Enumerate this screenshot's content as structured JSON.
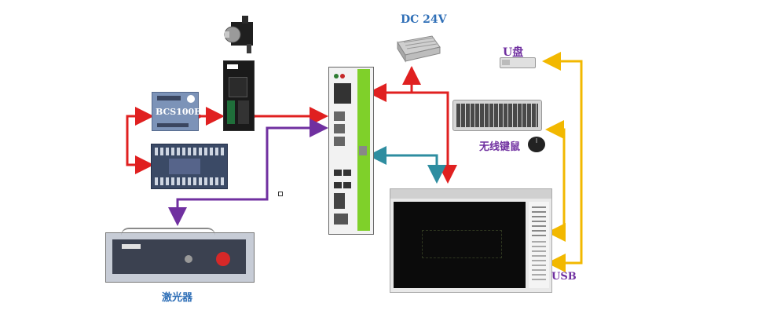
{
  "labels": {
    "dc_power": "DC 24V",
    "usb_disk": "U盘",
    "keyboard_mouse": "无线键鼠",
    "usb": "USB",
    "laser": "激光器",
    "bcs": "BCS100E"
  },
  "colors": {
    "red_link": "#e02020",
    "purple_link": "#7030a0",
    "teal_link": "#2e8da0",
    "yellow_link": "#f2b800",
    "blue_text": "#2f6fb7",
    "purple_text": "#7030a0",
    "screen_bg": "#0b0b0b",
    "panel_green": "#7fd02a"
  }
}
